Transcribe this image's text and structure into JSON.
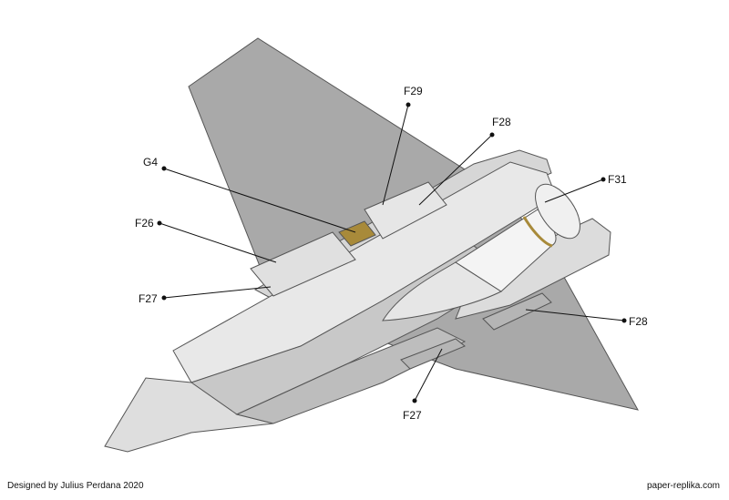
{
  "labels": {
    "f29": "F29",
    "f28_top": "F28",
    "g4": "G4",
    "f31": "F31",
    "f26": "F26",
    "f27_left": "F27",
    "f28_right": "F28",
    "f27_bottom": "F27"
  },
  "footer": {
    "designer": "Designed by Julius Perdana 2020",
    "website": "paper-replika.com"
  },
  "colors": {
    "wing": "#a9a9a9",
    "body_light": "#e4e4e4",
    "body_mid": "#cfcfcf",
    "body_dark": "#b8b8b8",
    "tab": "#a88a3a"
  }
}
